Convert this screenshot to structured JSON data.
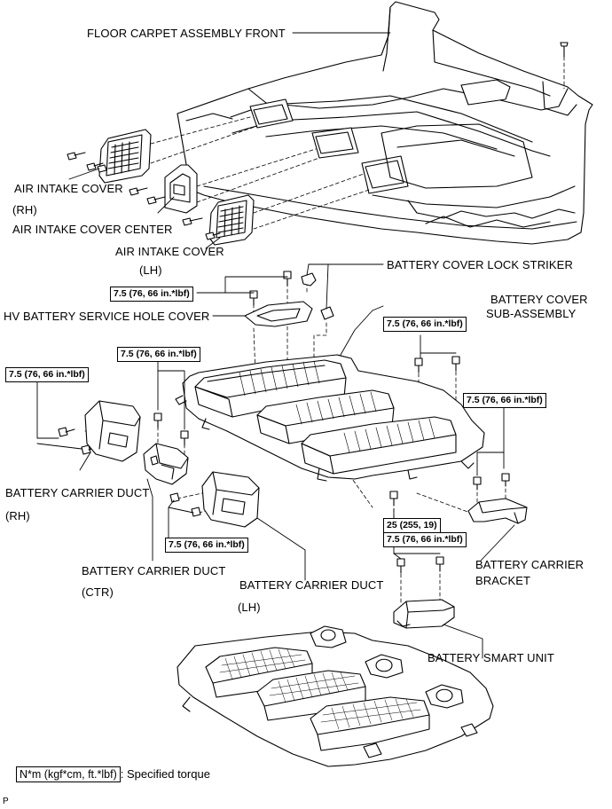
{
  "labels": {
    "floor_carpet": "FLOOR CARPET ASSEMBLY FRONT",
    "air_intake_cover_rh": "AIR INTAKE COVER",
    "rh_1": "(RH)",
    "air_intake_cover_center": "AIR INTAKE COVER CENTER",
    "air_intake_cover_lh": "AIR INTAKE COVER",
    "lh_1": "(LH)",
    "battery_cover_lock_striker": "BATTERY COVER LOCK STRIKER",
    "battery_cover_sub_assembly_l1": "BATTERY COVER",
    "battery_cover_sub_assembly_l2": "SUB-ASSEMBLY",
    "hv_battery_service_hole_cover": "HV BATTERY SERVICE HOLE COVER",
    "battery_carrier_duct_rh": "BATTERY CARRIER DUCT",
    "rh_2": "(RH)",
    "battery_carrier_duct_ctr": "BATTERY CARRIER DUCT",
    "ctr": "(CTR)",
    "battery_carrier_duct_lh": "BATTERY CARRIER DUCT",
    "lh_2": "(LH)",
    "battery_carrier_bracket_l1": "BATTERY CARRIER",
    "battery_carrier_bracket_l2": "BRACKET",
    "battery_smart_unit": "BATTERY SMART UNIT"
  },
  "torques": {
    "t1": "7.5 (76, 66 in.*lbf)",
    "t2": "7.5 (76, 66 in.*lbf)",
    "t3": "7.5 (76, 66 in.*lbf)",
    "t4": "7.5 (76, 66 in.*lbf)",
    "t5": "7.5 (76, 66 in.*lbf)",
    "t6": "7.5 (76, 66 in.*lbf)",
    "t7": "25 (255, 19)",
    "t8": "7.5 (76, 66 in.*lbf)"
  },
  "legend": {
    "unit_box": "N*m (kgf*cm, ft.*lbf)",
    "text": ": Specified torque"
  },
  "figure_code": "P"
}
